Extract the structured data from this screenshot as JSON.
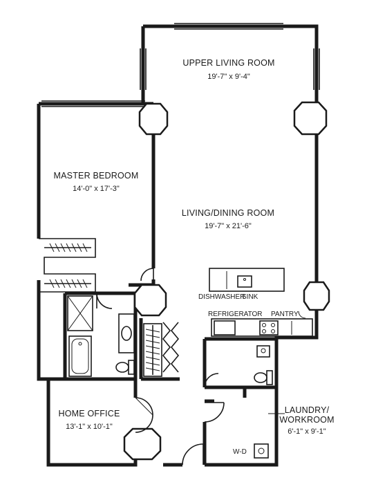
{
  "rooms": {
    "upper_living": {
      "name": "UPPER LIVING ROOM",
      "dims": "19'-7\" x 9'-4\""
    },
    "master_bedroom": {
      "name": "MASTER BEDROOM",
      "dims": "14'-0\" x 17'-3\""
    },
    "living_dining": {
      "name": "LIVING/DINING ROOM",
      "dims": "19'-7\" x 21'-6\""
    },
    "home_office": {
      "name": "HOME OFFICE",
      "dims": "13'-1\" x 10'-1\""
    },
    "laundry": {
      "name_line1": "LAUNDRY/",
      "name_line2": "WORKROOM",
      "dims": "6'-1\" x 9'-1\""
    }
  },
  "fixtures": {
    "dishwasher": "DISHWASHER",
    "sink": "SINK",
    "refrigerator": "REFRIGERATOR",
    "pantry": "PANTRY",
    "washer_dryer": "W-D"
  }
}
